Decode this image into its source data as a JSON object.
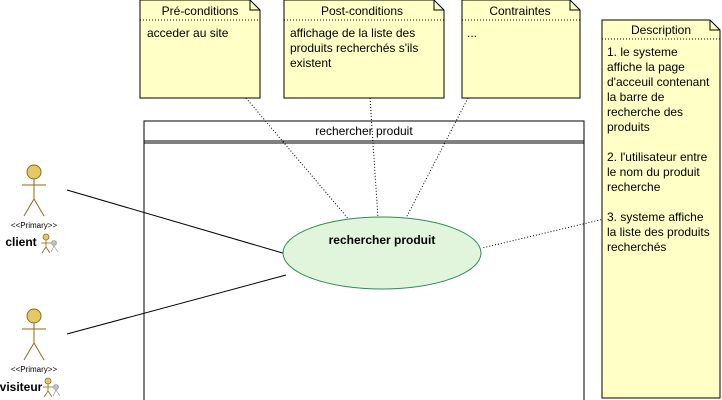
{
  "colors": {
    "note_fill": "#ffffc6",
    "usecase_fill": "#e1f5dc",
    "usecase_stroke": "#2e8b57",
    "actor_fill": "#e6c86b"
  },
  "notes": {
    "preconditions": {
      "title": "Pré-conditions",
      "lines": [
        "acceder au site"
      ]
    },
    "postconditions": {
      "title": "Post-conditions",
      "lines": [
        "affichage de la liste des",
        "produits recherchés s'ils",
        "existent"
      ]
    },
    "constraints": {
      "title": "Contraintes",
      "lines": [
        "..."
      ]
    },
    "description": {
      "title": "Description",
      "lines": [
        "1. le systeme",
        "affiche la page",
        "d'acceuil contenant",
        "la barre de",
        "recherche des",
        "produits",
        "",
        "2. l'utilisateur entre",
        "le nom du produit",
        "recherche",
        "",
        "3. systeme affiche",
        "la liste des produits",
        "recherchés"
      ]
    }
  },
  "boundary": {
    "title": "rechercher produit"
  },
  "usecase": {
    "label": "rechercher produit"
  },
  "actors": [
    {
      "stereotype": "<<Primary>>",
      "name": "client"
    },
    {
      "stereotype": "<<Primary>>",
      "name": "visiteur"
    }
  ]
}
